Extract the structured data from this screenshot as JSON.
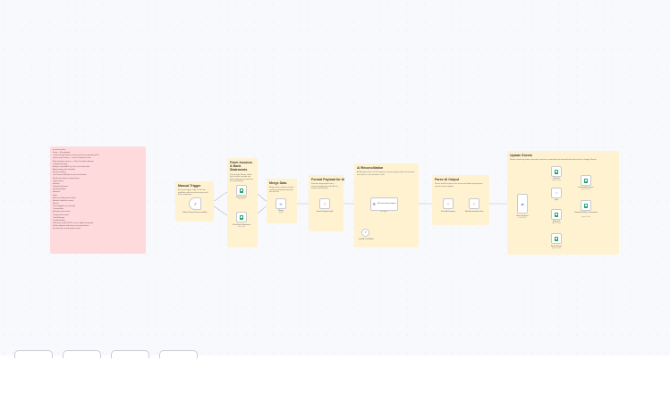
{
  "notes": {
    "manual_trigger": {
      "title": "Manual Trigger",
      "sub": "A manual trigger node to start the workflow and reconcile invoices with bank statements."
    },
    "fetch": {
      "title": "Fetch Invoices & Bank Statements",
      "sub": "Two Google Sheets nodes fetch invoice records and bank statement transactions for reconciliation."
    },
    "merge": {
      "title": "Merge Data",
      "sub": "Merge node combines invoice and bank statement datasets into one list."
    },
    "format": {
      "title": "Format Payload for AI",
      "sub": "Formats merged data into a structured payload so the AI can match and reconcile."
    },
    "ai": {
      "title": "AI Reconciliation",
      "sub": "An AI agent with an LLM compares invoices against bank transactions and returns a reconciliation result."
    },
    "parse": {
      "title": "Parse AI Output",
      "sub": "Parses the AI response into structured fields and prepares rows for sheet updates."
    },
    "update": {
      "title": "Update Sheets",
      "sub": "Routes results by status and writes matched, unmatched and mismatched entries back to Google Sheets."
    }
  },
  "sticky": {
    "lines": [
      "AI Reconciliation",
      "Setup — fill credentials",
      "Connect Google Sheets account and choose spreadsheet IDs.",
      "Invoice sheet columns — Invoice ID, Amount, Date",
      "Bank statement columns — Date, Description, Amount",
      "Configure AI model",
      "Add your OpenAI API key in the chat model node.",
      "Adjust prompt rules if needed.",
      "Run the workflow",
      "Click Execute Workflow to start reconciliation.",
      "Results are written to output sheets.",
      "Output sheets",
      "Matched",
      "Unmatched Invoices",
      "Unmatched Bank",
      "Mismatch",
      "Notes",
      "Make sure date formats match.",
      "Amounts should be numeric.",
      "Review",
      "Check flagged rows manually.",
      "Customization",
      "Add more status routes",
      "Change sheet names",
      "Tune AI prompt",
      "Troubleshooting",
      "If AI returns invalid JSON, re-run or tighten the prompt.",
      "Verify credentials and sheet access permissions.",
      "Tip: start with a small sample of rows."
    ]
  },
  "nodes": {
    "trigger": {
      "label": "When clicking 'Execute workflow'"
    },
    "invoices": {
      "label": "Fetch Invoices",
      "sub": "read: sheet"
    },
    "bank": {
      "label": "Fetch Bank Statements",
      "sub": "read: sheet"
    },
    "merge": {
      "label": "Merge",
      "sub": "append"
    },
    "format": {
      "label": "Format Payload for AI"
    },
    "agent": {
      "label": "AI Reconciliation Agent",
      "sub": "Tools Agent"
    },
    "model": {
      "label": "OpenAI Chat Model"
    },
    "parse1": {
      "label": "Parse AI Response"
    },
    "parse2": {
      "label": "Split Reconciliation Data"
    },
    "switch": {
      "label": "Route by Status",
      "sub": "mode: Rules"
    },
    "matched": {
      "label": "Matched",
      "sub": "append: sheet"
    },
    "split": {
      "label": "Split"
    },
    "unmatched_inv": {
      "label": "Unmatched Invoices",
      "sub": "append: sheet"
    },
    "unmatched_bank": {
      "label": "Unmatched Bank Transactions",
      "sub": "append: sheet"
    },
    "mismatch": {
      "label": "Mismatch",
      "sub": "append: sheet"
    },
    "review": {
      "label": "Needs Review",
      "sub": "append: sheet"
    }
  },
  "icons": {
    "trigger": "cursor-icon",
    "sheets": "google-sheets-icon",
    "merge": "merge-icon",
    "code": "code-icon",
    "agent": "robot-icon",
    "model": "openai-icon",
    "switch": "switch-icon"
  },
  "colors": {
    "note": "#fff2d1",
    "sticky": "#fedadd",
    "sheets": "#23a566",
    "canvas": "#f8f9fc"
  }
}
